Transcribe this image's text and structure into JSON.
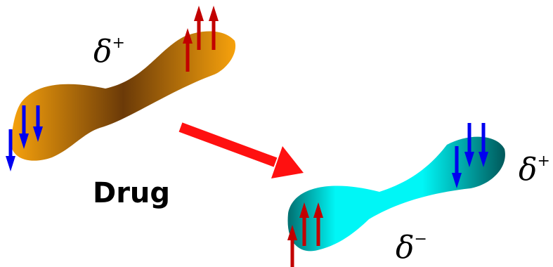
{
  "labels": {
    "left_charge": {
      "symbol": "δ",
      "sign": "+"
    },
    "right_top_charge": {
      "symbol": "δ",
      "sign": "+"
    },
    "right_bottom_charge": {
      "symbol": "δ",
      "sign": "−"
    },
    "drug": "Drug"
  },
  "colors": {
    "molecule_left_light": "#f7a20c",
    "molecule_left_dark": "#6b3a08",
    "molecule_right_light": "#00f6f6",
    "molecule_right_dark": "#00585a",
    "up_arrow": "#c20000",
    "down_arrow": "#0000f0",
    "reaction_arrow": "#ff1010"
  },
  "icons": {
    "up": "up-arrow-icon",
    "down": "down-arrow-icon",
    "reaction": "reaction-arrow-icon"
  }
}
